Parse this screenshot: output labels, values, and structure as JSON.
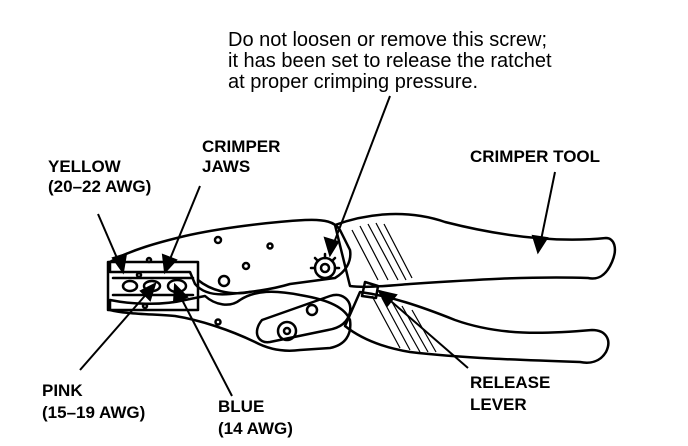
{
  "labels": {
    "note_line1": "Do not loosen or remove this screw;",
    "note_line2": "it has been set to release the ratchet",
    "note_line3": "at proper crimping pressure.",
    "yellow": "YELLOW",
    "yellow_gauge": "(20–22 AWG)",
    "crimper_jaws_1": "CRIMPER",
    "crimper_jaws_2": "JAWS",
    "crimper_tool": "CRIMPER TOOL",
    "pink": "PINK",
    "pink_gauge": "(15–19 AWG)",
    "blue": "BLUE",
    "blue_gauge": "(14 AWG)",
    "release_1": "RELEASE",
    "release_2": "LEVER"
  }
}
